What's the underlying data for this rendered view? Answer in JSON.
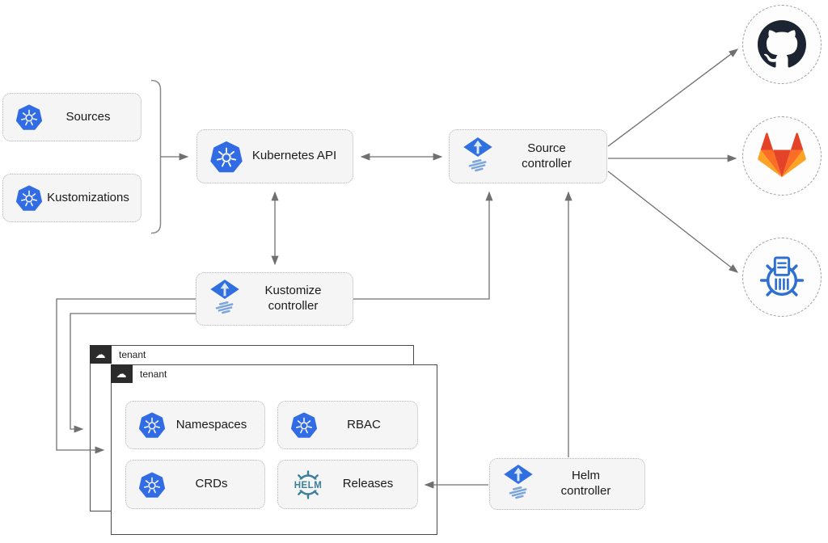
{
  "colors": {
    "kubernetes_blue": "#326CE5",
    "flux_blue": "#2F6FE0",
    "flux_wave": "#7BA5DC",
    "flux_arrow_fill": "#D9E6F8",
    "helm_blue": "#3A7F9D",
    "github_dark": "#1B2430",
    "gitlab_red": "#E24329",
    "gitlab_orange": "#FC6D26",
    "gitlab_yellow": "#FCA326",
    "helm_repo_blue": "#2E6FD2",
    "arrow": "#707070",
    "bracket": "#8a8a8a",
    "node_fill": "#F5F5F5",
    "node_border": "#B3B3B3",
    "tenant_border": "#4A4A4A",
    "tenant_tab": "#2B2B2B"
  },
  "crd_group": {
    "sources_label": "Sources",
    "kustomizations_label": "Kustomizations"
  },
  "nodes": {
    "kubernetes_api": "Kubernetes API",
    "source_controller": "Source\ncontroller",
    "kustomize_controller": "Kustomize\ncontroller",
    "helm_controller": "Helm\ncontroller"
  },
  "tenants": {
    "outer": "tenant",
    "inner": "tenant"
  },
  "resources": {
    "namespaces": "Namespaces",
    "rbac": "RBAC",
    "crds": "CRDs",
    "releases": "Releases"
  },
  "logos": {
    "helm_text": "HELM"
  },
  "icons": {
    "cloud_glyph": "☁",
    "kubernetes": "kubernetes-icon",
    "flux": "flux-icon",
    "helm": "helm-icon",
    "github": "github-icon",
    "gitlab": "gitlab-icon",
    "helm_repository": "helm-repository-icon"
  }
}
